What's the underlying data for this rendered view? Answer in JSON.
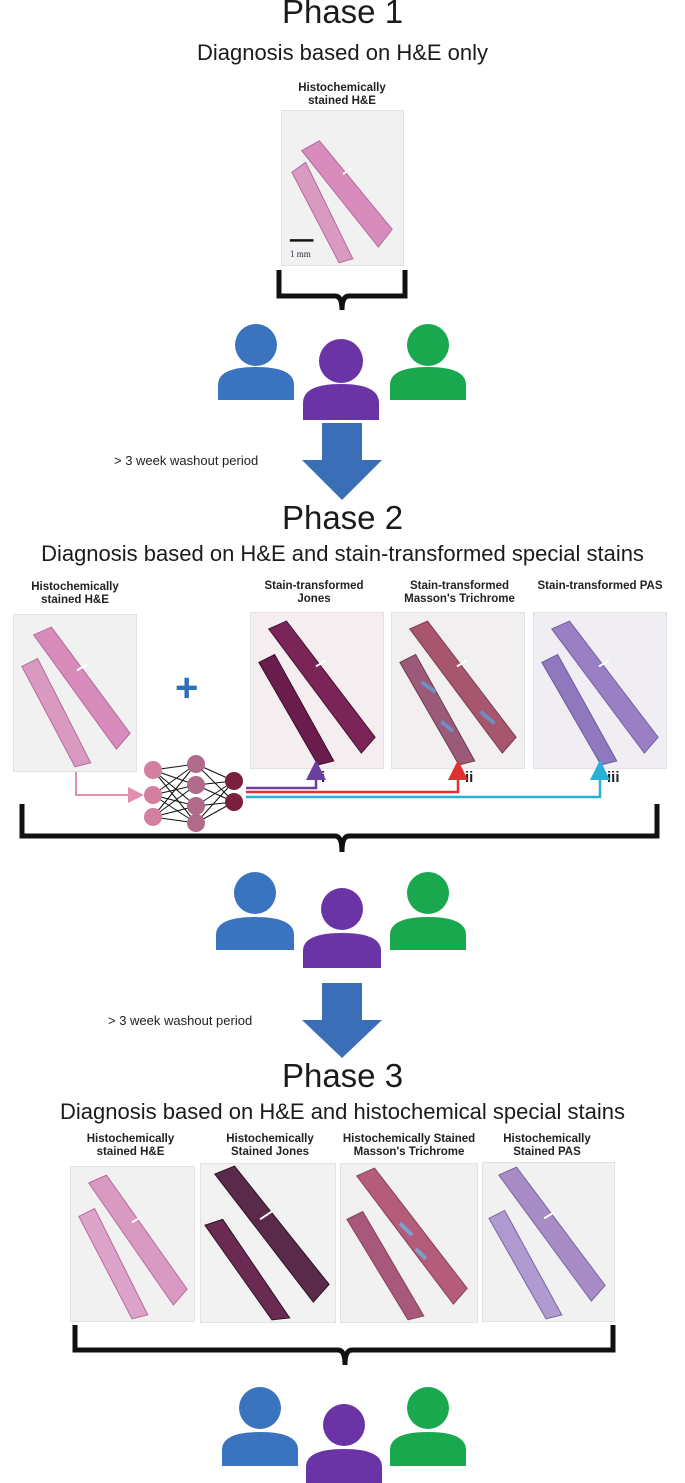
{
  "phase1": {
    "title": "Phase 1",
    "subtitle": "Diagnosis based on H&E only",
    "slide_caption": "Histochemically stained H&E",
    "scale_bar_label": "1 mm"
  },
  "washout1": "> 3 week washout period",
  "phase2": {
    "title": "Phase 2",
    "subtitle": "Diagnosis based on H&E and stain-transformed special stains",
    "input_caption": "Histochemically stained H&E",
    "plus": "+",
    "outputs": [
      {
        "caption": "Stain-transformed Jones",
        "marker": "i",
        "color": "#6a3fa0"
      },
      {
        "caption": "Stain-transformed Masson's Trichrome",
        "marker": "ii",
        "color": "#e03030"
      },
      {
        "caption": "Stain-transformed PAS",
        "marker": "iii",
        "color": "#2ab0d6"
      }
    ]
  },
  "washout2": "> 3 week washout period",
  "phase3": {
    "title": "Phase 3",
    "subtitle": "Diagnosis based on H&E and histochemical special stains",
    "slides": [
      {
        "caption": "Histochemically stained H&E"
      },
      {
        "caption": "Histochemically Stained Jones"
      },
      {
        "caption": "Histochemically Stained Masson's Trichrome"
      },
      {
        "caption": "Histochemically Stained PAS"
      }
    ]
  },
  "colors": {
    "reader_blue": "#3a74be",
    "reader_purple": "#6a34a6",
    "reader_green": "#19a84e",
    "arrow_blue": "#3a6fb8",
    "he_pink": "#d78cbb",
    "network_pink": "#d47fa0",
    "network_dark": "#7a1f3c"
  }
}
